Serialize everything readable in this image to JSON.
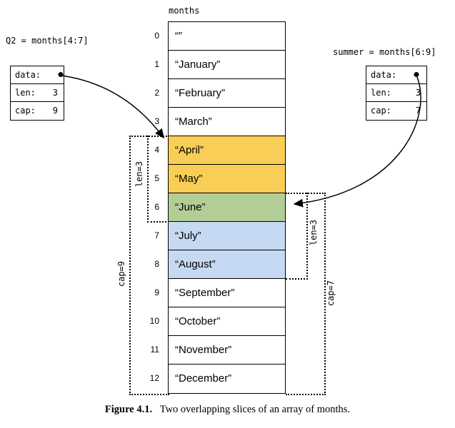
{
  "colors": {
    "q2-fill": "#f8ce56",
    "overlap-fill": "#b3cd97",
    "summer-fill": "#c6d9f2",
    "line": "#000000"
  },
  "array": {
    "label": "months",
    "cells": [
      {
        "index": "0",
        "value": "“”"
      },
      {
        "index": "1",
        "value": "“January”"
      },
      {
        "index": "2",
        "value": "“February”"
      },
      {
        "index": "3",
        "value": "“March”"
      },
      {
        "index": "4",
        "value": "“April”",
        "highlight": "q2"
      },
      {
        "index": "5",
        "value": "“May”",
        "highlight": "q2"
      },
      {
        "index": "6",
        "value": "“June”",
        "highlight": "overlap"
      },
      {
        "index": "7",
        "value": "“July”",
        "highlight": "summer"
      },
      {
        "index": "8",
        "value": "“August”",
        "highlight": "summer"
      },
      {
        "index": "9",
        "value": "“September”"
      },
      {
        "index": "10",
        "value": "“October”"
      },
      {
        "index": "11",
        "value": "“November”"
      },
      {
        "index": "12",
        "value": "“December”"
      }
    ]
  },
  "q2": {
    "title": "Q2 = months[4:7]",
    "data_label": "data:",
    "len_label": "len:",
    "len_value": "3",
    "cap_label": "cap:",
    "cap_value": "9"
  },
  "summer": {
    "title": "summer = months[6:9]",
    "data_label": "data:",
    "len_label": "len:",
    "len_value": "3",
    "cap_label": "cap:",
    "cap_value": "7"
  },
  "brackets": {
    "q2_len": "len=3",
    "q2_cap": "cap=9",
    "summer_len": "len=3",
    "summer_cap": "cap=7"
  },
  "caption": {
    "label": "Figure 4.1.",
    "text": "Two overlapping slices of an array of months."
  }
}
